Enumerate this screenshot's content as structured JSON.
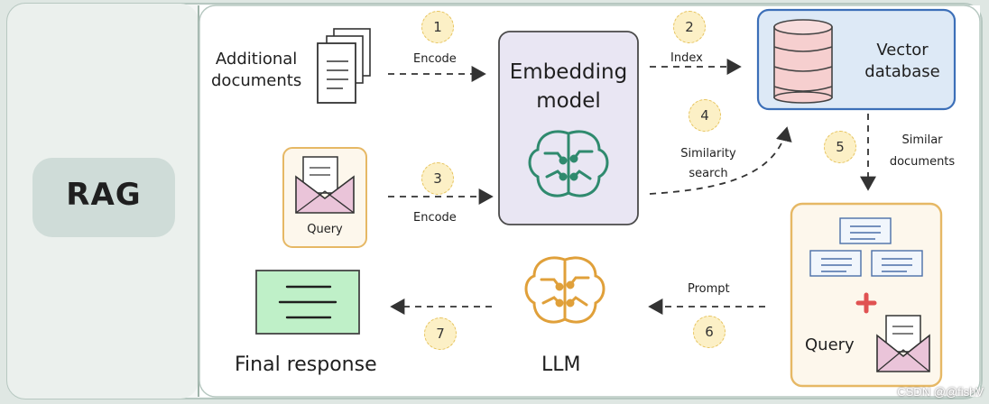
{
  "left_label": "RAG",
  "nodes": {
    "additional_documents": "Additional\ndocuments",
    "embedding_model": "Embedding\nmodel",
    "vector_database": "Vector\ndatabase",
    "query_card": "Query",
    "final_response": "Final response",
    "llm": "LLM",
    "query_combined": "Query"
  },
  "steps": {
    "s1": {
      "num": "1",
      "label": "Encode"
    },
    "s2": {
      "num": "2",
      "label": "Index"
    },
    "s3": {
      "num": "3",
      "label": "Encode"
    },
    "s4": {
      "num": "4",
      "label": "Similarity\nsearch"
    },
    "s5": {
      "num": "5",
      "label": "Similar\ndocuments"
    },
    "s6": {
      "num": "6",
      "label": "Prompt"
    },
    "s7": {
      "num": "7",
      "label": ""
    }
  },
  "watermark": "CSDN @@fishV",
  "colors": {
    "background": "#dfe7e3",
    "panel": "#ffffff",
    "rag_box": "#cfdcd8",
    "embedding_box": "#e9e6f3",
    "vector_box": "#dde9f6",
    "vector_border": "#3c6fb8",
    "database": "#f6cfcf",
    "query_border": "#e6b865",
    "query_bg": "#fdf7ec",
    "final_box": "#bff0c8",
    "brain_green": "#2f8a6e",
    "brain_orange": "#e0a03a",
    "plus_red": "#e05252",
    "badge": "#fcf0c6"
  },
  "icons": [
    "documents-icon",
    "database-icon",
    "brain-circuit-icon",
    "envelope-icon",
    "message-lines-icon",
    "plus-icon"
  ]
}
